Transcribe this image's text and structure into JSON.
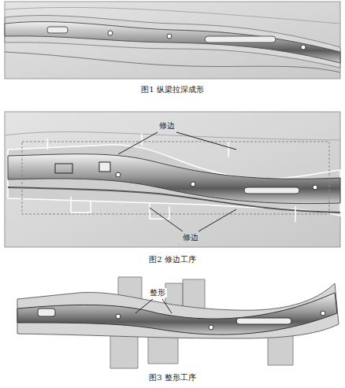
{
  "diagram": {
    "labels": [
      "图1 纵梁拉深成形",
      "修边",
      "修边",
      "图2 修边工序",
      "整形",
      "图3 整形工序"
    ]
  }
}
